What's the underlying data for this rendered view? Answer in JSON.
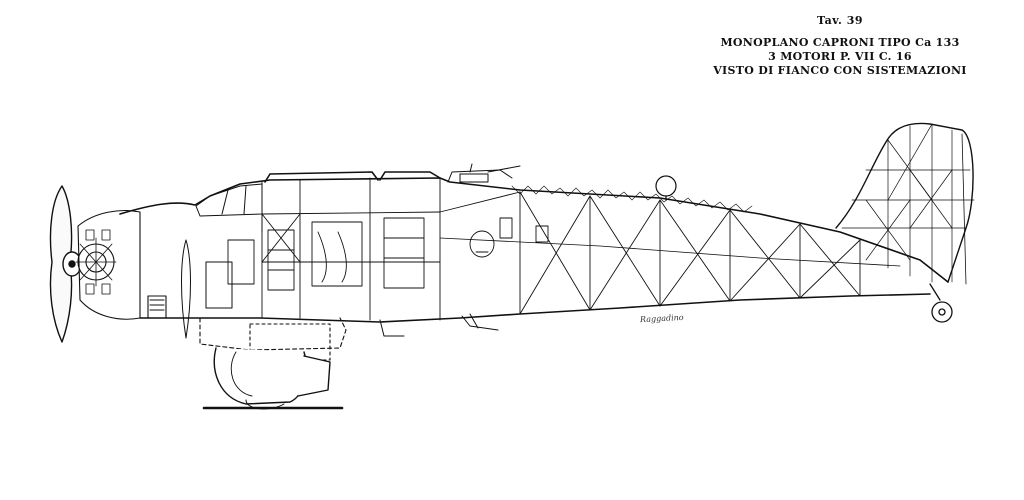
{
  "plate": {
    "number": "Tav. 39",
    "title_lines": [
      "MONOPLANO CAPRONI TIPO Ca 133",
      "3 MOTORI P. VII C. 16",
      "VISTO DI FIANCO CON SISTEMAZIONI"
    ]
  },
  "drawing": {
    "signature": "Raggadino",
    "ink_color": "#111111",
    "paper_color": "#ffffff"
  }
}
